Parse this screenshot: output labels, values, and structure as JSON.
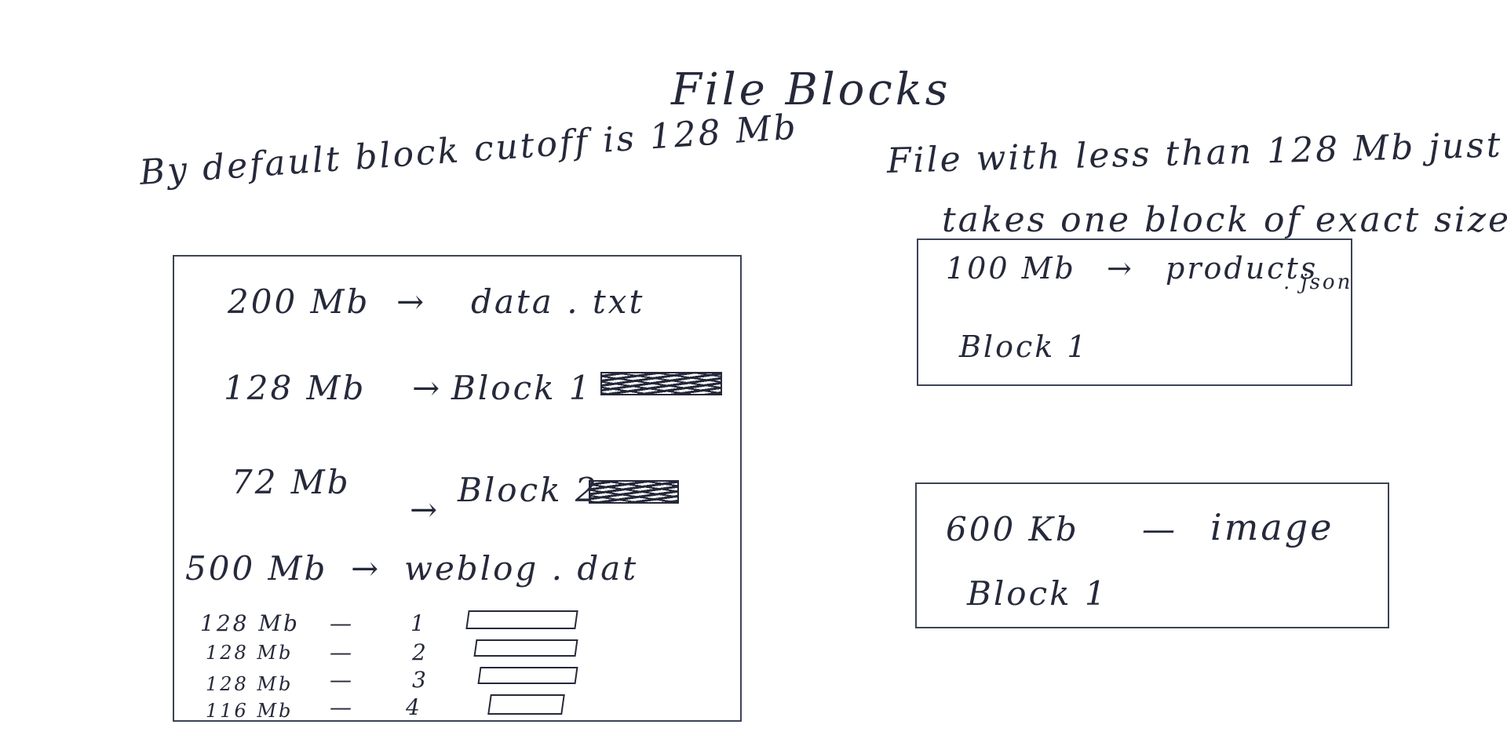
{
  "title": "File Blocks",
  "left": {
    "heading": "By default block cutoff is 128 Mb",
    "file1": {
      "size_label": "200 Mb",
      "arrow": "→",
      "name": "data . txt",
      "blocks": [
        {
          "size": "128 Mb",
          "arrow": "→",
          "label": "Block 1",
          "fill": 1.0
        },
        {
          "size": "72 Mb",
          "arrow": "→",
          "label": "Block 2",
          "fill": 1.0
        }
      ]
    },
    "file2": {
      "size_label": "500 Mb",
      "arrow": "→",
      "name": "weblog . dat",
      "rows": [
        {
          "size": "128 Mb",
          "dash": "—",
          "num": "1"
        },
        {
          "size": "128 Mb",
          "dash": "—",
          "num": "2"
        },
        {
          "size": "128 Mb",
          "dash": "—",
          "num": "3"
        },
        {
          "size": "116 Mb",
          "dash": "—",
          "num": "4"
        }
      ]
    }
  },
  "right": {
    "heading_line1": "File with less than 128 Mb just",
    "heading_line2": "takes one block of exact size",
    "box1": {
      "size": "100 Mb",
      "arrow": "→",
      "name": "products",
      "ext": ". json",
      "block": "Block 1"
    },
    "box2": {
      "size": "600 Kb",
      "dash": "—",
      "name": "image",
      "block": "Block 1"
    }
  }
}
